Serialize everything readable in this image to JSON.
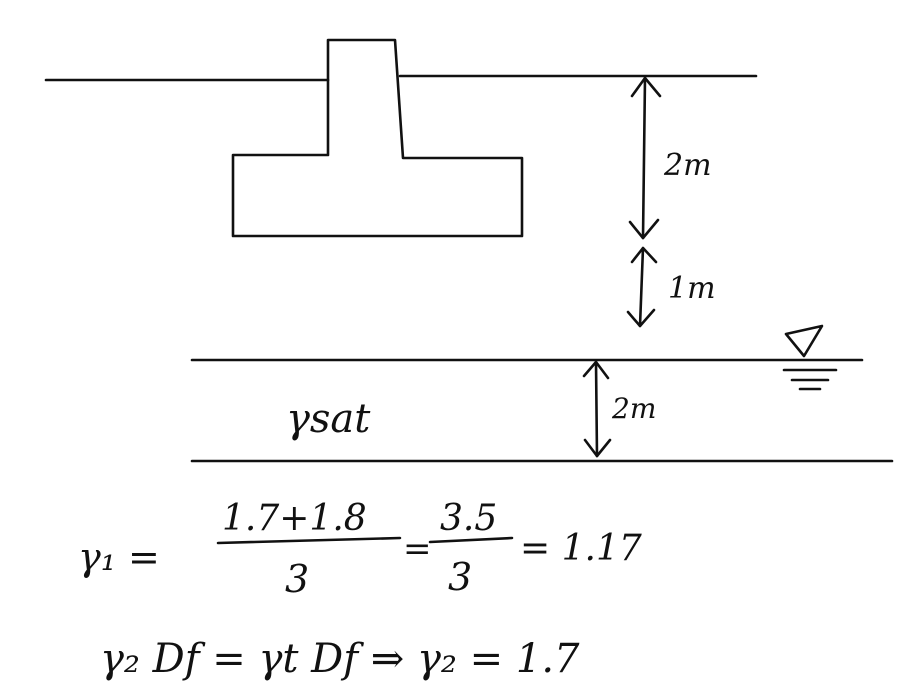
{
  "labels": {
    "depth_footing": "2m",
    "depth_to_water": "1m",
    "layer_thickness": "2m",
    "soil_weight": "γsat"
  },
  "equations": {
    "gamma1_lhs": "γ₁ =",
    "gamma1_numerator": "1.7+1.8",
    "gamma1_denominator": "3",
    "gamma1_mid": "=",
    "gamma1_numerator2": "3.5",
    "gamma1_denominator2": "3",
    "gamma1_result": "= 1.17",
    "line2": "γ₂ Df = γt Df ⇒ γ₂ = 1.7"
  }
}
